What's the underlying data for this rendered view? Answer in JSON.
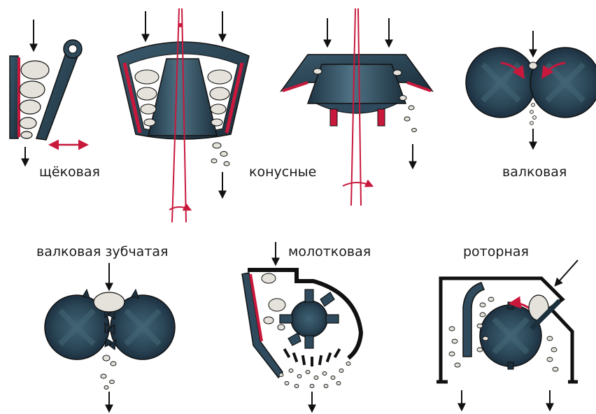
{
  "labels": {
    "jaw": "щёковая",
    "cone": "конусные",
    "roll": "валковая",
    "toothed_roll": "валковая зубчатая",
    "hammer": "молотковая",
    "rotor": "роторная"
  },
  "colors": {
    "metal": "#2e4a5c",
    "metal_dark": "#1c2f3c",
    "metal_light": "#7fa0b4",
    "accent": "#c8183c",
    "stone": "#e4e2da",
    "outline": "#111111"
  }
}
